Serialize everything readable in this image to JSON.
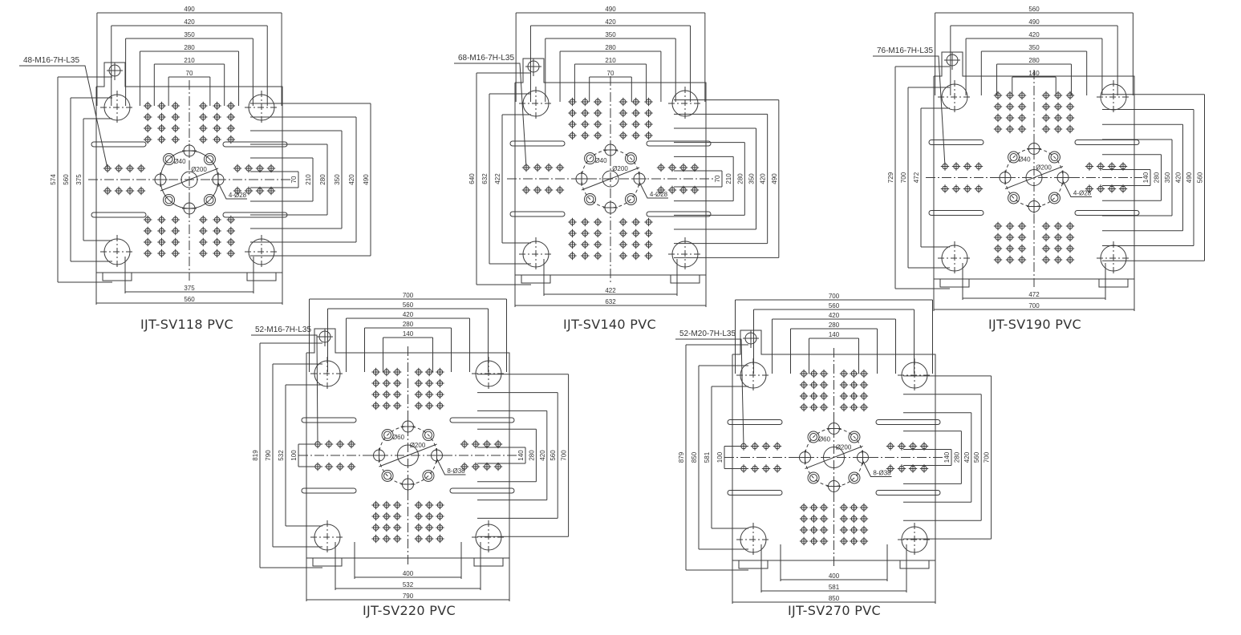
{
  "colors": {
    "line": "#3a3a3a",
    "text": "#333333",
    "background": "#ffffff"
  },
  "drawings": [
    {
      "model": "IJT-SV118 PVC",
      "thread_callout": "48-M16-7H-L35",
      "top_dims": [
        "490",
        "420",
        "350",
        "280",
        "210",
        "70"
      ],
      "left_dims": [
        "574",
        "560",
        "375"
      ],
      "right_dims": [
        "70",
        "210",
        "280",
        "350",
        "420",
        "490"
      ],
      "bottom_dims": [
        "375",
        "560"
      ],
      "center": {
        "ring": "Ø40",
        "pitch": "Ø200",
        "holes": "4-Ø28"
      }
    },
    {
      "model": "IJT-SV140 PVC",
      "thread_callout": "68-M16-7H-L35",
      "top_dims": [
        "490",
        "420",
        "350",
        "280",
        "210",
        "70"
      ],
      "left_dims": [
        "640",
        "632",
        "422"
      ],
      "right_dims": [
        "70",
        "210",
        "280",
        "350",
        "420",
        "490"
      ],
      "bottom_dims": [
        "422",
        "632"
      ],
      "center": {
        "ring": "Ø40",
        "pitch": "Ø200",
        "holes": "4-Ø28"
      }
    },
    {
      "model": "IJT-SV190 PVC",
      "thread_callout": "76-M16-7H-L35",
      "top_dims": [
        "560",
        "490",
        "420",
        "350",
        "280",
        "140"
      ],
      "left_dims": [
        "729",
        "700",
        "472"
      ],
      "right_dims": [
        "140",
        "280",
        "350",
        "420",
        "490",
        "560"
      ],
      "bottom_dims": [
        "472",
        "700"
      ],
      "center": {
        "ring": "Ø40",
        "pitch": "Ø200",
        "holes": "4-Ø28"
      }
    },
    {
      "model": "IJT-SV220 PVC",
      "thread_callout": "52-M16-7H-L35",
      "top_dims": [
        "700",
        "560",
        "420",
        "280",
        "140"
      ],
      "left_dims": [
        "819",
        "790",
        "532",
        "100"
      ],
      "right_dims": [
        "140",
        "280",
        "420",
        "560",
        "700"
      ],
      "bottom_dims": [
        "400",
        "532",
        "790"
      ],
      "center": {
        "ring": "Ø60",
        "pitch": "Ø200",
        "holes": "8-Ø38"
      }
    },
    {
      "model": "IJT-SV270 PVC",
      "thread_callout": "52-M20-7H-L35",
      "top_dims": [
        "700",
        "560",
        "420",
        "280",
        "140"
      ],
      "left_dims": [
        "879",
        "850",
        "581",
        "100"
      ],
      "right_dims": [
        "140",
        "280",
        "420",
        "560",
        "700"
      ],
      "bottom_dims": [
        "400",
        "581",
        "850"
      ],
      "center": {
        "ring": "Ø60",
        "pitch": "Ø200",
        "holes": "8-Ø38"
      }
    }
  ]
}
